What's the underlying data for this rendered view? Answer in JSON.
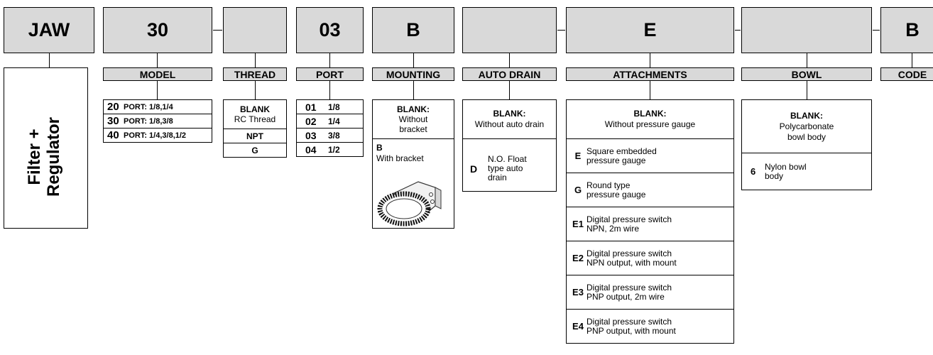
{
  "codes": [
    "JAW",
    "30",
    "",
    "03",
    "B",
    "",
    "E",
    "",
    "B"
  ],
  "headers": {
    "model": "MODEL",
    "thread": "THREAD",
    "port": "PORT",
    "mounting": "MOUNTING",
    "auto_drain": "AUTO DRAIN",
    "attachments": "ATTACHMENTS",
    "bowl": "BOWL",
    "code": "CODE"
  },
  "product": {
    "line1": "Filter +",
    "line2": "Regulator"
  },
  "model": [
    {
      "code": "20",
      "desc": "PORT: 1/8,1/4"
    },
    {
      "code": "30",
      "desc": "PORT: 1/8,3/8"
    },
    {
      "code": "40",
      "desc": "PORT: 1/4,3/8,1/2"
    }
  ],
  "thread": {
    "blank_key": "BLANK",
    "blank_desc": "RC Thread",
    "options": [
      "NPT",
      "G"
    ]
  },
  "port": [
    {
      "code": "01",
      "size": "1/8"
    },
    {
      "code": "02",
      "size": "1/4"
    },
    {
      "code": "03",
      "size": "3/8"
    },
    {
      "code": "04",
      "size": "1/2"
    }
  ],
  "mounting": {
    "blank_key": "BLANK:",
    "blank_line1": "Without",
    "blank_line2": "bracket",
    "opt_key": "B",
    "opt_desc": "With bracket"
  },
  "auto_drain": {
    "blank_key": "BLANK:",
    "blank_desc": "Without auto drain",
    "opt_key": "D",
    "opt_line1": "N.O. Float",
    "opt_line2": "type auto",
    "opt_line3": "drain"
  },
  "attachments": {
    "blank_key": "BLANK:",
    "blank_desc": "Without pressure gauge",
    "options": [
      {
        "code": "E",
        "line1": "Square embedded",
        "line2": "pressure gauge"
      },
      {
        "code": "G",
        "line1": "Round type",
        "line2": "pressure gauge"
      },
      {
        "code": "E1",
        "line1": "Digital pressure switch",
        "line2": "NPN, 2m wire"
      },
      {
        "code": "E2",
        "line1": "Digital pressure switch",
        "line2": "NPN output, with mount"
      },
      {
        "code": "E3",
        "line1": "Digital pressure switch",
        "line2": "PNP output, 2m wire"
      },
      {
        "code": "E4",
        "line1": "Digital pressure switch",
        "line2": "PNP output, with mount"
      }
    ]
  },
  "bowl": {
    "blank_key": "BLANK:",
    "blank_line1": "Polycarbonate",
    "blank_line2": "bowl body",
    "opt_key": "6",
    "opt_line1": "Nylon bowl",
    "opt_line2": "body"
  }
}
